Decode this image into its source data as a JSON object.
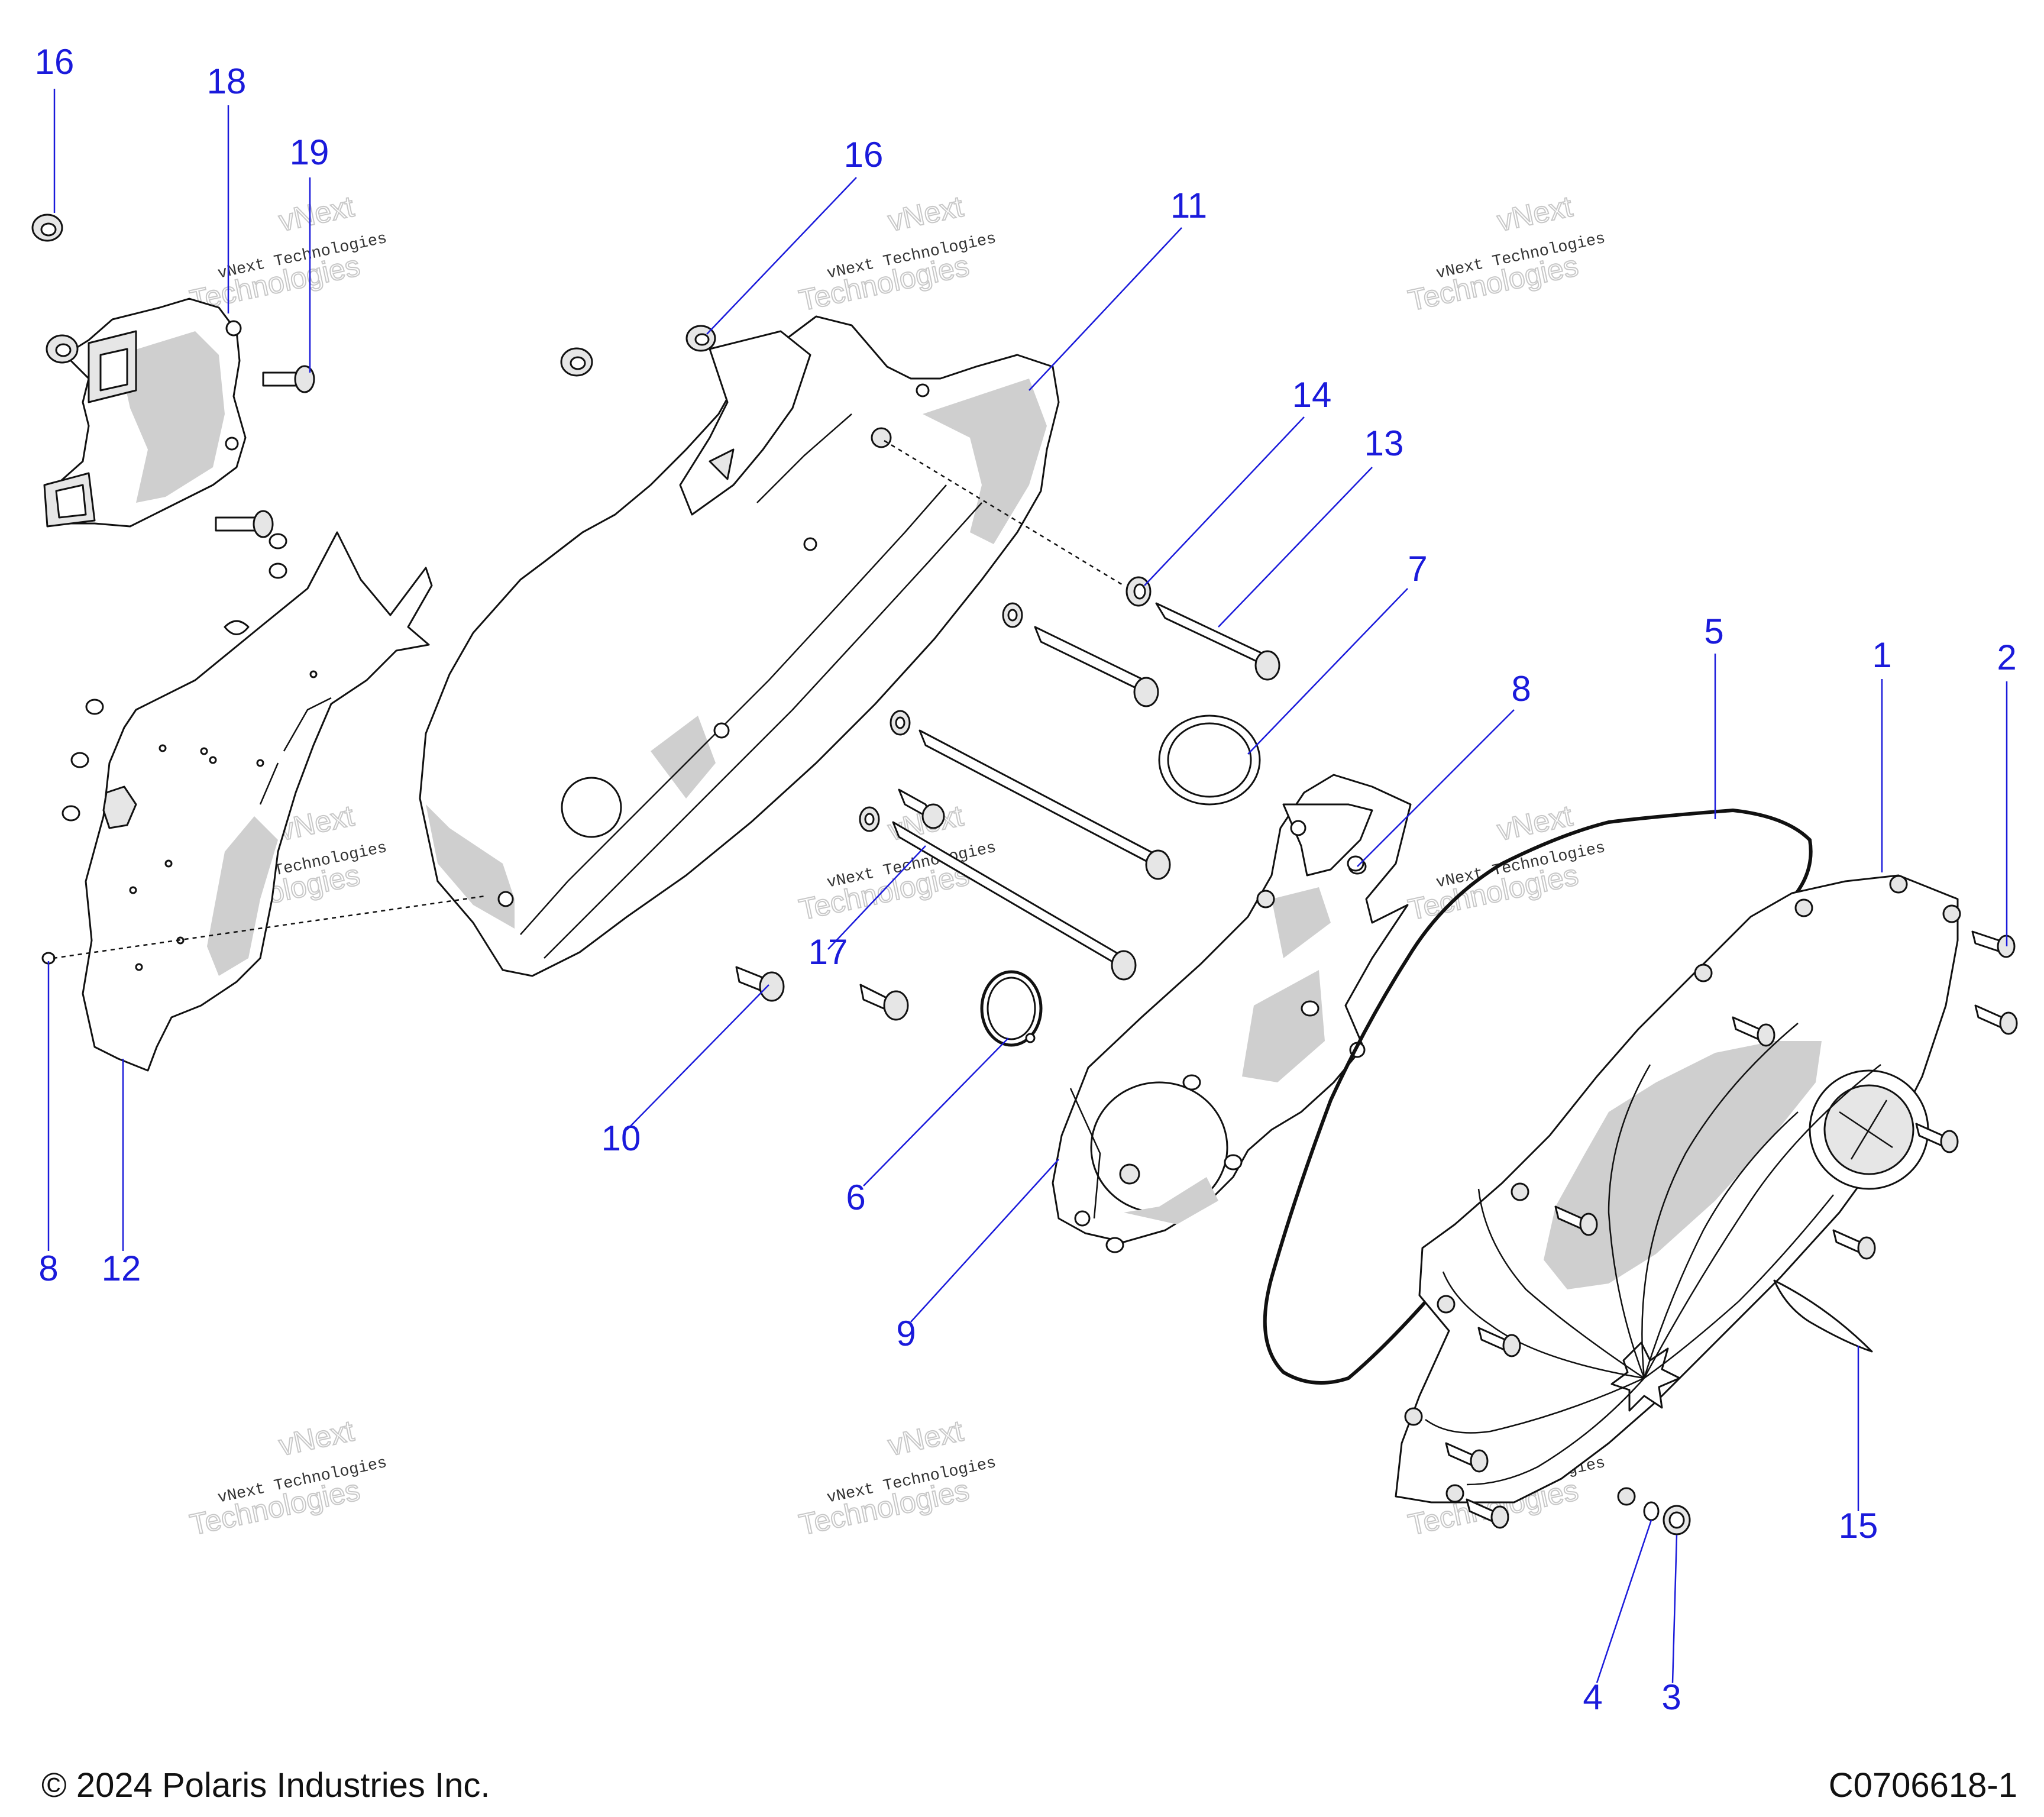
{
  "diagram": {
    "callouts": [
      {
        "id": "16"
      },
      {
        "id": "18"
      },
      {
        "id": "19"
      },
      {
        "id": "16"
      },
      {
        "id": "11"
      },
      {
        "id": "14"
      },
      {
        "id": "13"
      },
      {
        "id": "7"
      },
      {
        "id": "5"
      },
      {
        "id": "1"
      },
      {
        "id": "2"
      },
      {
        "id": "8"
      },
      {
        "id": "17"
      },
      {
        "id": "10"
      },
      {
        "id": "6"
      },
      {
        "id": "9"
      },
      {
        "id": "8"
      },
      {
        "id": "12"
      },
      {
        "id": "15"
      },
      {
        "id": "4"
      },
      {
        "id": "3"
      }
    ],
    "watermark": {
      "line1": "vNext Technologies",
      "line2": "vNext",
      "line3": "Technologies"
    }
  },
  "footer": {
    "copyright": "© 2024 Polaris Industries Inc.",
    "drawing_number": "C0706618-1"
  }
}
